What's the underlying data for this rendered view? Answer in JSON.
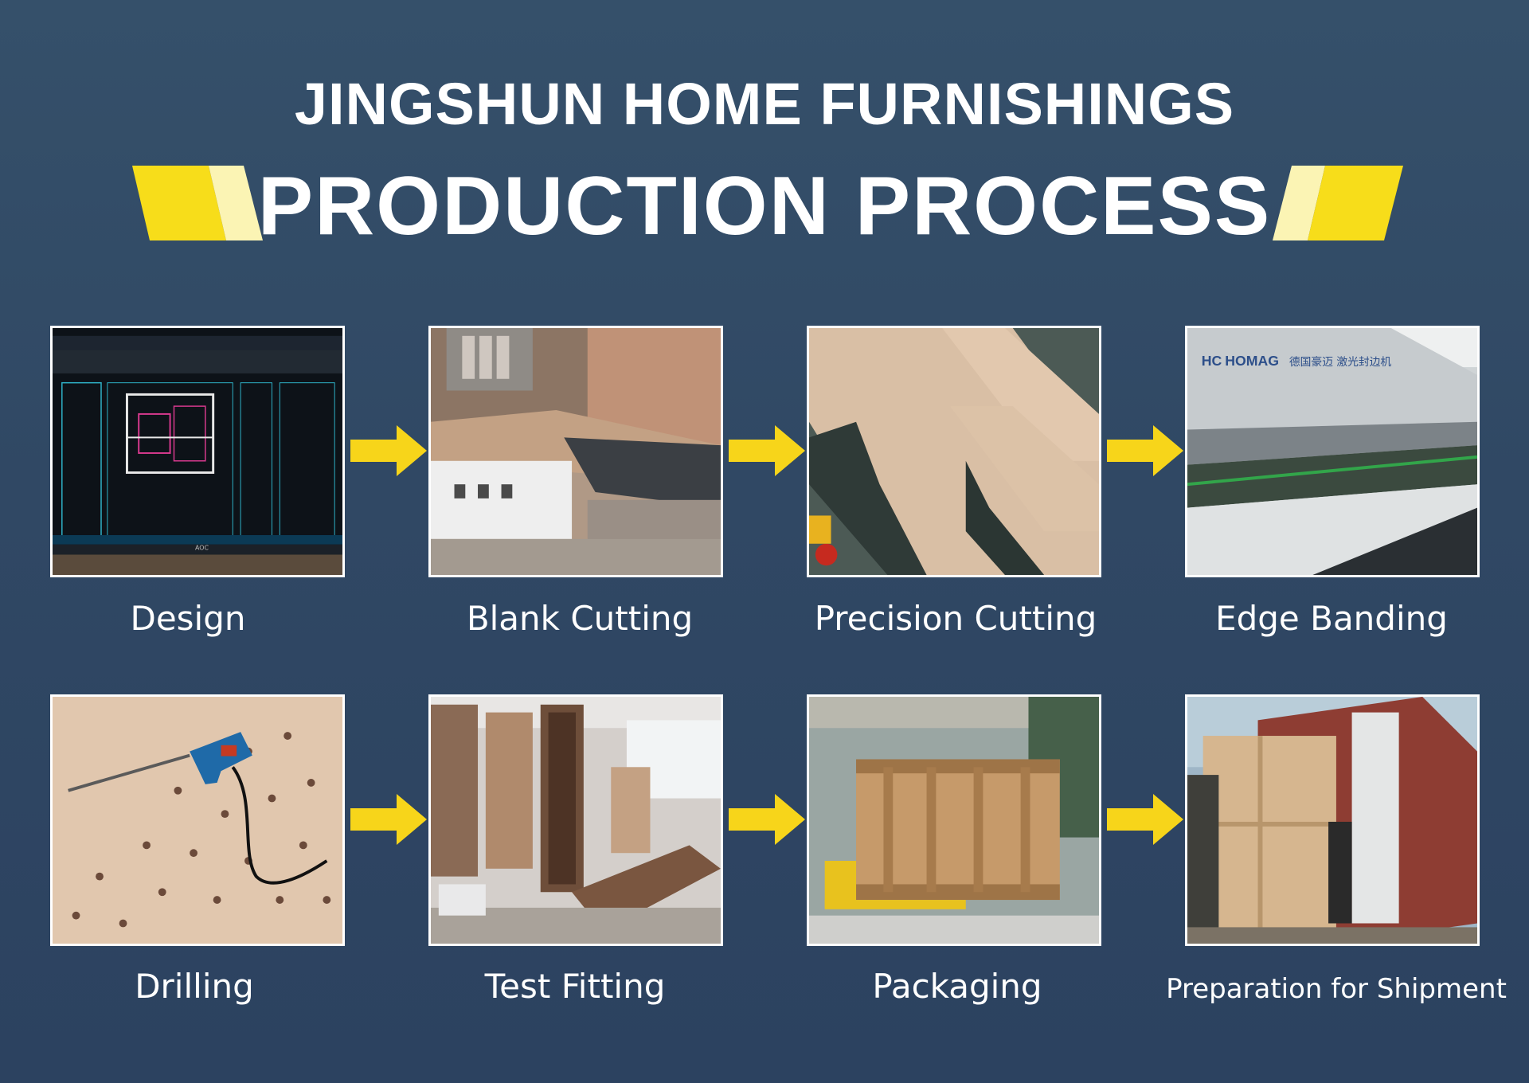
{
  "header": {
    "brand_line": "JINGSHUN HOME FURNISHINGS",
    "process_line": "PRODUCTION PROCESS",
    "accent_yellow": "#f7dd1a",
    "accent_pale": "#fbf4b4"
  },
  "steps": [
    {
      "label": "Design",
      "image": "cad-drawing-on-monitor"
    },
    {
      "label": "Blank Cutting",
      "image": "cnc-cutting-machine"
    },
    {
      "label": "Precision Cutting",
      "image": "wood-panel-precision-cut"
    },
    {
      "label": "Edge Banding",
      "image": "homag-edge-banding-machine"
    },
    {
      "label": "Drilling",
      "image": "drill-on-perforated-board"
    },
    {
      "label": "Test Fitting",
      "image": "cabinet-test-assembly"
    },
    {
      "label": "Packaging",
      "image": "wooden-crate-on-pallet-jack"
    },
    {
      "label": "Preparation for Shipment",
      "image": "boxes-in-shipping-container"
    }
  ],
  "photo_text": {
    "machine_brand": "HOMAG",
    "machine_brand_mark": "HC",
    "machine_cn_text": "德国豪迈 激光封边机",
    "monitor_brand": "AOC"
  },
  "arrow_color": "#f7d51a"
}
